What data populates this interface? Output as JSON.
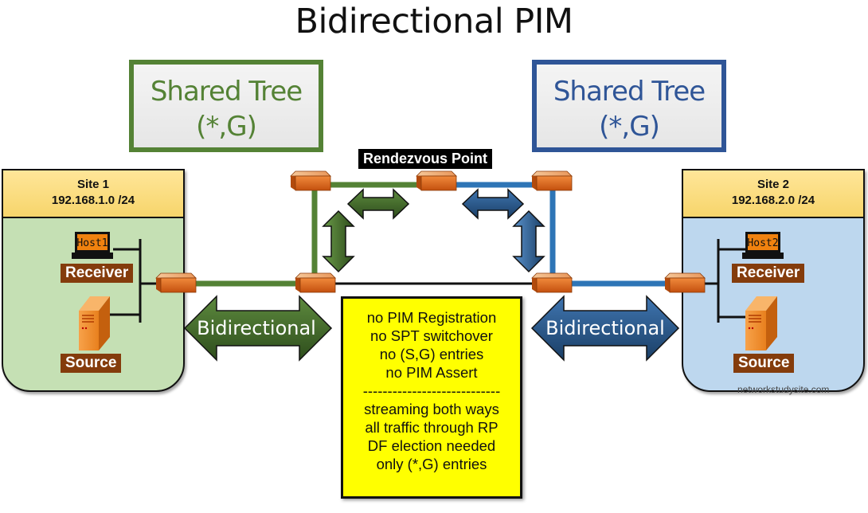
{
  "title": "Bidirectional PIM",
  "shared_trees": {
    "left": {
      "line1": "Shared Tree",
      "line2": "(*,G)",
      "color": "#548235"
    },
    "right": {
      "line1": "Shared Tree",
      "line2": "(*,G)",
      "color": "#2f5597"
    }
  },
  "rendezvous_point": {
    "label": "Rendezvous Point"
  },
  "sites": [
    {
      "name": "Site 1",
      "subnet": "192.168.1.0 /24",
      "host": "Host1",
      "receiver_label": "Receiver",
      "source_label": "Source",
      "bg": "#c5e0b4"
    },
    {
      "name": "Site 2",
      "subnet": "192.168.2.0 /24",
      "host": "Host2",
      "receiver_label": "Receiver",
      "source_label": "Source",
      "bg": "#bdd7ee"
    }
  ],
  "bidirectional_arrows": {
    "left": {
      "label": "Bidirectional",
      "color": "#3f6228"
    },
    "right": {
      "label": "Bidirectional",
      "color": "#1f4e79"
    }
  },
  "info_box": {
    "lines_top": [
      "no PIM Registration",
      "no SPT switchover",
      "no (S,G) entries",
      "no PIM Assert"
    ],
    "separator": "----------------------------",
    "lines_bottom": [
      "streaming both ways",
      "all traffic through RP",
      "DF election needed",
      "only (*,G) entries"
    ],
    "bg": "#ffff00"
  },
  "watermark": "networkstudysite.com",
  "colors": {
    "green_link": "#548235",
    "blue_link": "#2e75b6",
    "router": "#e36c1a",
    "device_label": "#843c0c"
  }
}
